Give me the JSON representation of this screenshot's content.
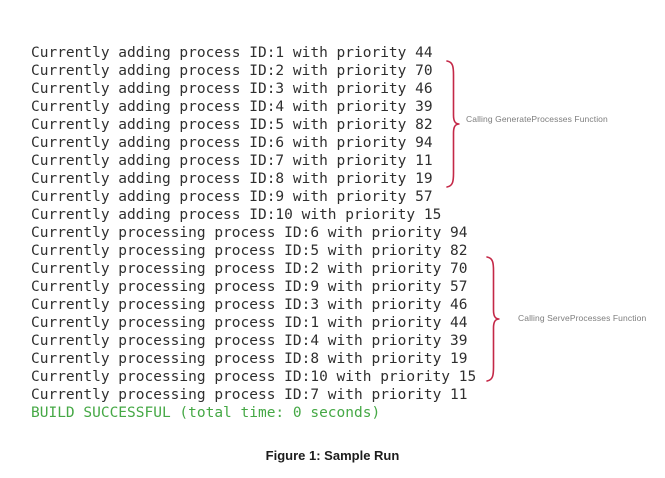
{
  "console": {
    "lines": [
      {
        "text": "Currently adding process ID:1 with priority 44",
        "type": "normal"
      },
      {
        "text": "Currently adding process ID:2 with priority 70",
        "type": "normal"
      },
      {
        "text": "Currently adding process ID:3 with priority 46",
        "type": "normal"
      },
      {
        "text": "Currently adding process ID:4 with priority 39",
        "type": "normal"
      },
      {
        "text": "Currently adding process ID:5 with priority 82",
        "type": "normal"
      },
      {
        "text": "Currently adding process ID:6 with priority 94",
        "type": "normal"
      },
      {
        "text": "Currently adding process ID:7 with priority 11",
        "type": "normal"
      },
      {
        "text": "Currently adding process ID:8 with priority 19",
        "type": "normal"
      },
      {
        "text": "Currently adding process ID:9 with priority 57",
        "type": "normal"
      },
      {
        "text": "Currently adding process ID:10 with priority 15",
        "type": "normal"
      },
      {
        "text": "Currently processing process ID:6 with priority 94",
        "type": "normal"
      },
      {
        "text": "Currently processing process ID:5 with priority 82",
        "type": "normal"
      },
      {
        "text": "Currently processing process ID:2 with priority 70",
        "type": "normal"
      },
      {
        "text": "Currently processing process ID:9 with priority 57",
        "type": "normal"
      },
      {
        "text": "Currently processing process ID:3 with priority 46",
        "type": "normal"
      },
      {
        "text": "Currently processing process ID:1 with priority 44",
        "type": "normal"
      },
      {
        "text": "Currently processing process ID:4 with priority 39",
        "type": "normal"
      },
      {
        "text": "Currently processing process ID:8 with priority 19",
        "type": "normal"
      },
      {
        "text": "Currently processing process ID:10 with priority 15",
        "type": "normal"
      },
      {
        "text": "Currently processing process ID:7 with priority 11",
        "type": "normal"
      },
      {
        "text": "BUILD SUCCESSFUL (total time: 0 seconds)",
        "type": "success"
      }
    ]
  },
  "annotations": {
    "generate": {
      "label": "Calling GenerateProcesses Function"
    },
    "serve": {
      "label": "Calling ServeProcesses Function"
    }
  },
  "caption": {
    "text": "Figure 1: Sample Run"
  },
  "colors": {
    "background": "#ffffff",
    "text": "#2f2f2f",
    "success": "#45a845",
    "brace": "#c42847",
    "annotation": "#7d7d7d",
    "caption": "#1c1c1c"
  }
}
